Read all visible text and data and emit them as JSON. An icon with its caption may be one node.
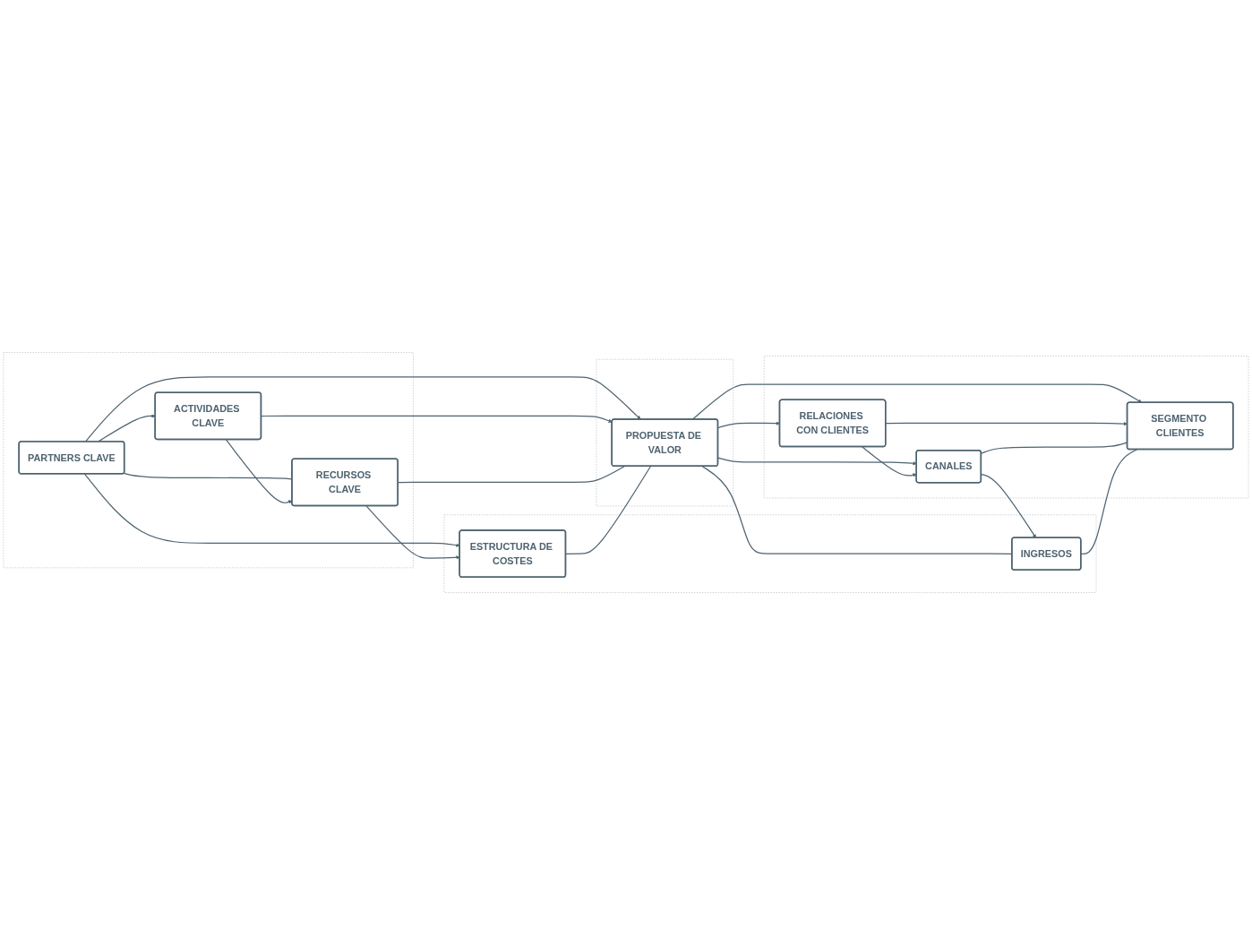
{
  "diagram": {
    "nodes": [
      {
        "text": [],
        "shape": "box"
      },
      {
        "text": [
          "ACTIVIDADES CLAVE"
        ],
        "in": 0
      },
      {
        "text": [
          "PARTNERS CLAVE"
        ],
        "in": 0
      },
      {
        "text": [
          "RECURSOS CLAVE"
        ],
        "in": 0
      },
      {
        "text": [],
        "shape": "box"
      },
      {
        "text": [
          "PROPUESTA DE VALOR"
        ],
        "in": 4
      },
      {
        "text": [],
        "shape": "box"
      },
      {
        "text": [
          "RELACIONES CON CLIENTES"
        ],
        "in": 6
      },
      {
        "text": [
          "SEGMENTO CLIENTES"
        ],
        "in": 6
      },
      {
        "text": [
          "CANALES"
        ],
        "in": 6
      },
      {
        "text": [],
        "shape": "box"
      },
      {
        "text": [
          "ESTRUCTURA DE COSTES"
        ],
        "in": 10
      },
      {
        "text": [
          "INGRESOS"
        ],
        "in": 10
      }
    ],
    "edges": [
      {
        "from": 2,
        "to": 1,
        "arrow": "to"
      },
      {
        "from": 2,
        "to": 5,
        "arrow": "to"
      },
      {
        "from": 2,
        "to": 11,
        "arrow": "to"
      },
      {
        "from": 2,
        "to": 3,
        "arrow": "none"
      },
      {
        "from": 1,
        "to": 3,
        "arrow": "to"
      },
      {
        "from": 1,
        "to": 5,
        "arrow": "to"
      },
      {
        "from": 5,
        "to": 7,
        "arrow": "to"
      },
      {
        "from": 5,
        "to": 8,
        "arrow": "to"
      },
      {
        "from": 5,
        "to": 9,
        "arrow": "to"
      },
      {
        "from": 3,
        "to": 5,
        "arrow": "none"
      },
      {
        "from": 3,
        "to": 11,
        "arrow": "to"
      },
      {
        "from": 11,
        "to": 5,
        "arrow": "none"
      },
      {
        "from": 5,
        "to": 12,
        "arrow": "none"
      },
      {
        "from": 7,
        "to": 8,
        "arrow": "to"
      },
      {
        "from": 7,
        "to": 9,
        "arrow": "to"
      },
      {
        "from": 9,
        "to": 12,
        "arrow": "to"
      },
      {
        "from": 9,
        "to": 8,
        "arrow": "none"
      },
      {
        "from": 12,
        "to": 8,
        "arrow": "none"
      }
    ]
  }
}
